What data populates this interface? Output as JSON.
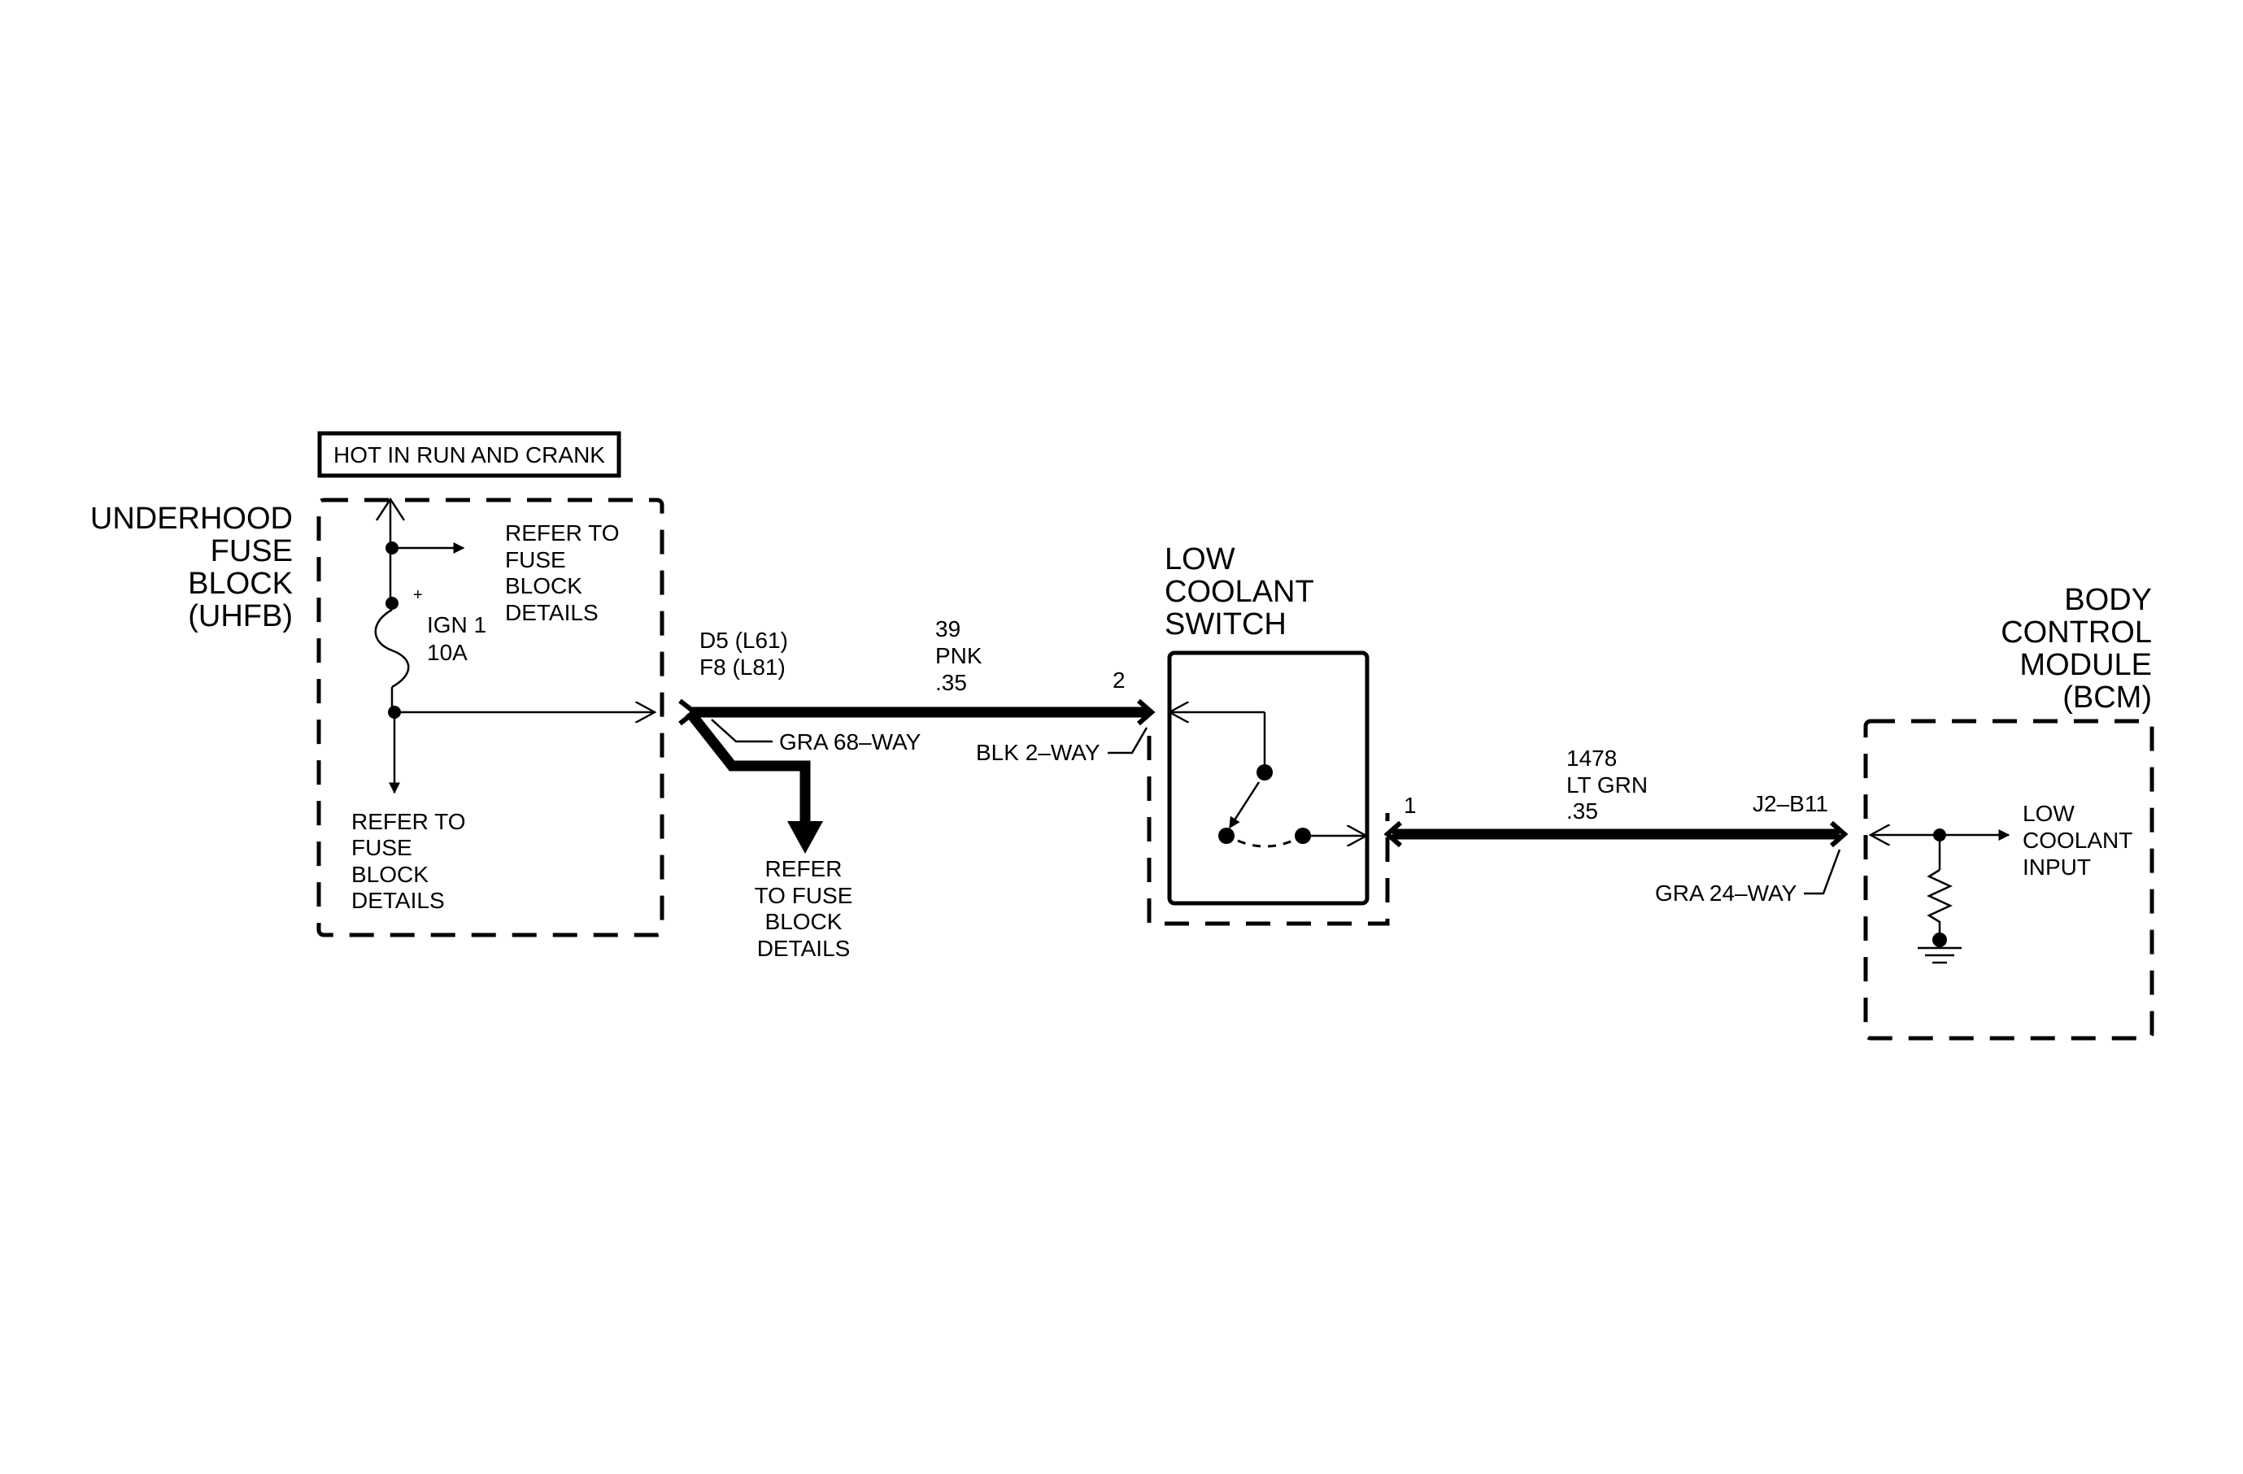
{
  "banner": "HOT IN RUN AND CRANK",
  "uhfb": {
    "name_lines": [
      "UNDERHOOD",
      "FUSE",
      "BLOCK",
      "(UHFB)"
    ],
    "refer_top": [
      "REFER TO",
      "FUSE",
      "BLOCK",
      "DETAILS"
    ],
    "fuse_plus": "+",
    "fuse_label": [
      "IGN 1",
      "10A"
    ],
    "refer_bottom": [
      "REFER TO",
      "FUSE",
      "BLOCK",
      "DETAILS"
    ]
  },
  "connector_uhfb": {
    "pins": [
      "D5 (L61)",
      "F8 (L81)"
    ],
    "connector": "GRA 68–WAY"
  },
  "refer_branch": [
    "REFER",
    "TO FUSE",
    "BLOCK",
    "DETAILS"
  ],
  "wire_1": {
    "circuit": "39",
    "color": "PNK",
    "gauge": ".35"
  },
  "switch_connector": {
    "pin": "2",
    "connector": "BLK 2–WAY"
  },
  "switch": {
    "name_lines": [
      "LOW",
      "COOLANT",
      "SWITCH"
    ],
    "output_pin": "1"
  },
  "wire_2": {
    "circuit": "1478",
    "color": "LT GRN",
    "gauge": ".35"
  },
  "bcm_connector": {
    "pin": "J2–B11",
    "connector": "GRA 24–WAY"
  },
  "bcm": {
    "name_lines": [
      "BODY",
      "CONTROL",
      "MODULE",
      "(BCM)"
    ],
    "input_label": [
      "LOW",
      "COOLANT",
      "INPUT"
    ]
  }
}
